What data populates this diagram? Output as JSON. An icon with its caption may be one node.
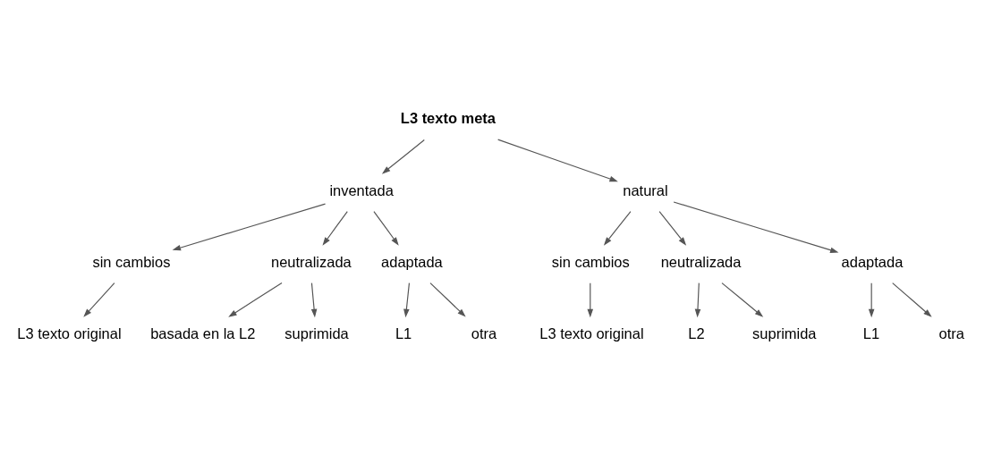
{
  "diagram": {
    "nodes": [
      {
        "text": [
          "L3 texto meta"
        ]
      },
      {
        "text": [
          "inventada"
        ]
      },
      {
        "text": [
          "natural"
        ]
      },
      {
        "text": [
          "sin cambios"
        ]
      },
      {
        "text": [
          "neutralizada"
        ]
      },
      {
        "text": [
          "adaptada"
        ]
      },
      {
        "text": [
          "L3 texto original"
        ]
      },
      {
        "text": [
          "basada en la L2"
        ]
      },
      {
        "text": [
          "suprimida"
        ]
      },
      {
        "text": [
          "L1"
        ]
      },
      {
        "text": [
          "otra"
        ]
      },
      {
        "text": [
          "sin cambios"
        ]
      },
      {
        "text": [
          "neutralizada"
        ]
      },
      {
        "text": [
          "adaptada"
        ]
      },
      {
        "text": [
          "L3 texto original"
        ]
      },
      {
        "text": [
          "L2"
        ]
      },
      {
        "text": [
          "suprimida"
        ]
      },
      {
        "text": [
          "L1"
        ]
      },
      {
        "text": [
          "otra"
        ]
      }
    ],
    "edges": [
      {
        "from": 0,
        "to": 1,
        "arrow": "to"
      },
      {
        "from": 0,
        "to": 2,
        "arrow": "to"
      },
      {
        "from": 1,
        "to": 3,
        "arrow": "to"
      },
      {
        "from": 1,
        "to": 4,
        "arrow": "to"
      },
      {
        "from": 1,
        "to": 5,
        "arrow": "to"
      },
      {
        "from": 3,
        "to": 6,
        "arrow": "to"
      },
      {
        "from": 4,
        "to": 7,
        "arrow": "to"
      },
      {
        "from": 4,
        "to": 8,
        "arrow": "to"
      },
      {
        "from": 5,
        "to": 9,
        "arrow": "to"
      },
      {
        "from": 5,
        "to": 10,
        "arrow": "to"
      },
      {
        "from": 2,
        "to": 11,
        "arrow": "to"
      },
      {
        "from": 2,
        "to": 12,
        "arrow": "to"
      },
      {
        "from": 2,
        "to": 13,
        "arrow": "to"
      },
      {
        "from": 11,
        "to": 14,
        "arrow": "to"
      },
      {
        "from": 12,
        "to": 15,
        "arrow": "to"
      },
      {
        "from": 12,
        "to": 16,
        "arrow": "to"
      },
      {
        "from": 13,
        "to": 17,
        "arrow": "to"
      },
      {
        "from": 13,
        "to": 18,
        "arrow": "to"
      }
    ]
  }
}
